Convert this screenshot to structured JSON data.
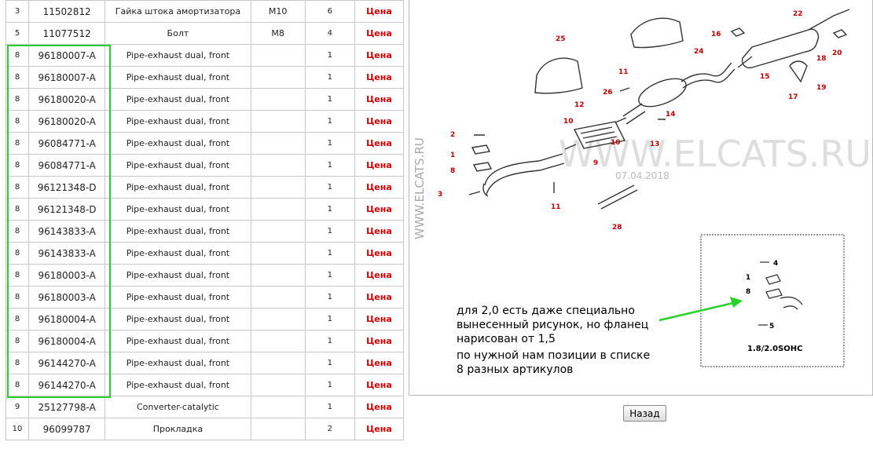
{
  "parts": [
    {
      "pos": "3",
      "article": "11502812",
      "name": "Гайка штока амортизатора",
      "size": "M10",
      "qty": "6",
      "price": "Цена"
    },
    {
      "pos": "5",
      "article": "11077512",
      "name": "Болт",
      "size": "M8",
      "qty": "4",
      "price": "Цена"
    },
    {
      "pos": "8",
      "article": "96180007-A",
      "name": "Pipe-exhaust dual, front",
      "size": "",
      "qty": "1",
      "price": "Цена"
    },
    {
      "pos": "8",
      "article": "96180007-A",
      "name": "Pipe-exhaust dual, front",
      "size": "",
      "qty": "1",
      "price": "Цена"
    },
    {
      "pos": "8",
      "article": "96180020-A",
      "name": "Pipe-exhaust dual, front",
      "size": "",
      "qty": "1",
      "price": "Цена"
    },
    {
      "pos": "8",
      "article": "96180020-A",
      "name": "Pipe-exhaust dual, front",
      "size": "",
      "qty": "1",
      "price": "Цена"
    },
    {
      "pos": "8",
      "article": "96084771-A",
      "name": "Pipe-exhaust dual, front",
      "size": "",
      "qty": "1",
      "price": "Цена"
    },
    {
      "pos": "8",
      "article": "96084771-A",
      "name": "Pipe-exhaust dual, front",
      "size": "",
      "qty": "1",
      "price": "Цена"
    },
    {
      "pos": "8",
      "article": "96121348-D",
      "name": "Pipe-exhaust dual, front",
      "size": "",
      "qty": "1",
      "price": "Цена"
    },
    {
      "pos": "8",
      "article": "96121348-D",
      "name": "Pipe-exhaust dual, front",
      "size": "",
      "qty": "1",
      "price": "Цена"
    },
    {
      "pos": "8",
      "article": "96143833-A",
      "name": "Pipe-exhaust dual, front",
      "size": "",
      "qty": "1",
      "price": "Цена"
    },
    {
      "pos": "8",
      "article": "96143833-A",
      "name": "Pipe-exhaust dual, front",
      "size": "",
      "qty": "1",
      "price": "Цена"
    },
    {
      "pos": "8",
      "article": "96180003-A",
      "name": "Pipe-exhaust dual, front",
      "size": "",
      "qty": "1",
      "price": "Цена"
    },
    {
      "pos": "8",
      "article": "96180003-A",
      "name": "Pipe-exhaust dual, front",
      "size": "",
      "qty": "1",
      "price": "Цена"
    },
    {
      "pos": "8",
      "article": "96180004-A",
      "name": "Pipe-exhaust dual, front",
      "size": "",
      "qty": "1",
      "price": "Цена"
    },
    {
      "pos": "8",
      "article": "96180004-A",
      "name": "Pipe-exhaust dual, front",
      "size": "",
      "qty": "1",
      "price": "Цена"
    },
    {
      "pos": "8",
      "article": "96144270-A",
      "name": "Pipe-exhaust dual, front",
      "size": "",
      "qty": "1",
      "price": "Цена"
    },
    {
      "pos": "8",
      "article": "96144270-A",
      "name": "Pipe-exhaust dual, front",
      "size": "",
      "qty": "1",
      "price": "Цена"
    },
    {
      "pos": "9",
      "article": "25127798-A",
      "name": "Converter-catalytic",
      "size": "",
      "qty": "1",
      "price": "Цена"
    },
    {
      "pos": "10",
      "article": "96099787",
      "name": "Прокладка",
      "size": "",
      "qty": "2",
      "price": "Цена"
    }
  ],
  "diagram": {
    "watermark": "WWW.ELCATS.RU",
    "watermark_vertical": "WWW.ELCATS.RU",
    "date": "07.04.2018",
    "callouts": [
      "1",
      "2",
      "3",
      "8",
      "9",
      "10",
      "10",
      "11",
      "11",
      "12",
      "13",
      "14",
      "15",
      "16",
      "17",
      "18",
      "19",
      "20",
      "22",
      "24",
      "25",
      "26",
      "28"
    ],
    "inset_callouts": [
      "4",
      "1",
      "8",
      "5"
    ],
    "inset_label": "1.8/2.0SOHC",
    "annotation_lines": [
      "для 2,0 есть даже специально",
      "вынесенный рисунок, но фланец",
      "нарисован от 1,5",
      "по нужной нам позиции в списке",
      "8 разных артикулов"
    ],
    "colors": {
      "callout": "#c00000",
      "highlight": "#2ad12a",
      "line": "#333333"
    }
  },
  "back_button": "Назад"
}
